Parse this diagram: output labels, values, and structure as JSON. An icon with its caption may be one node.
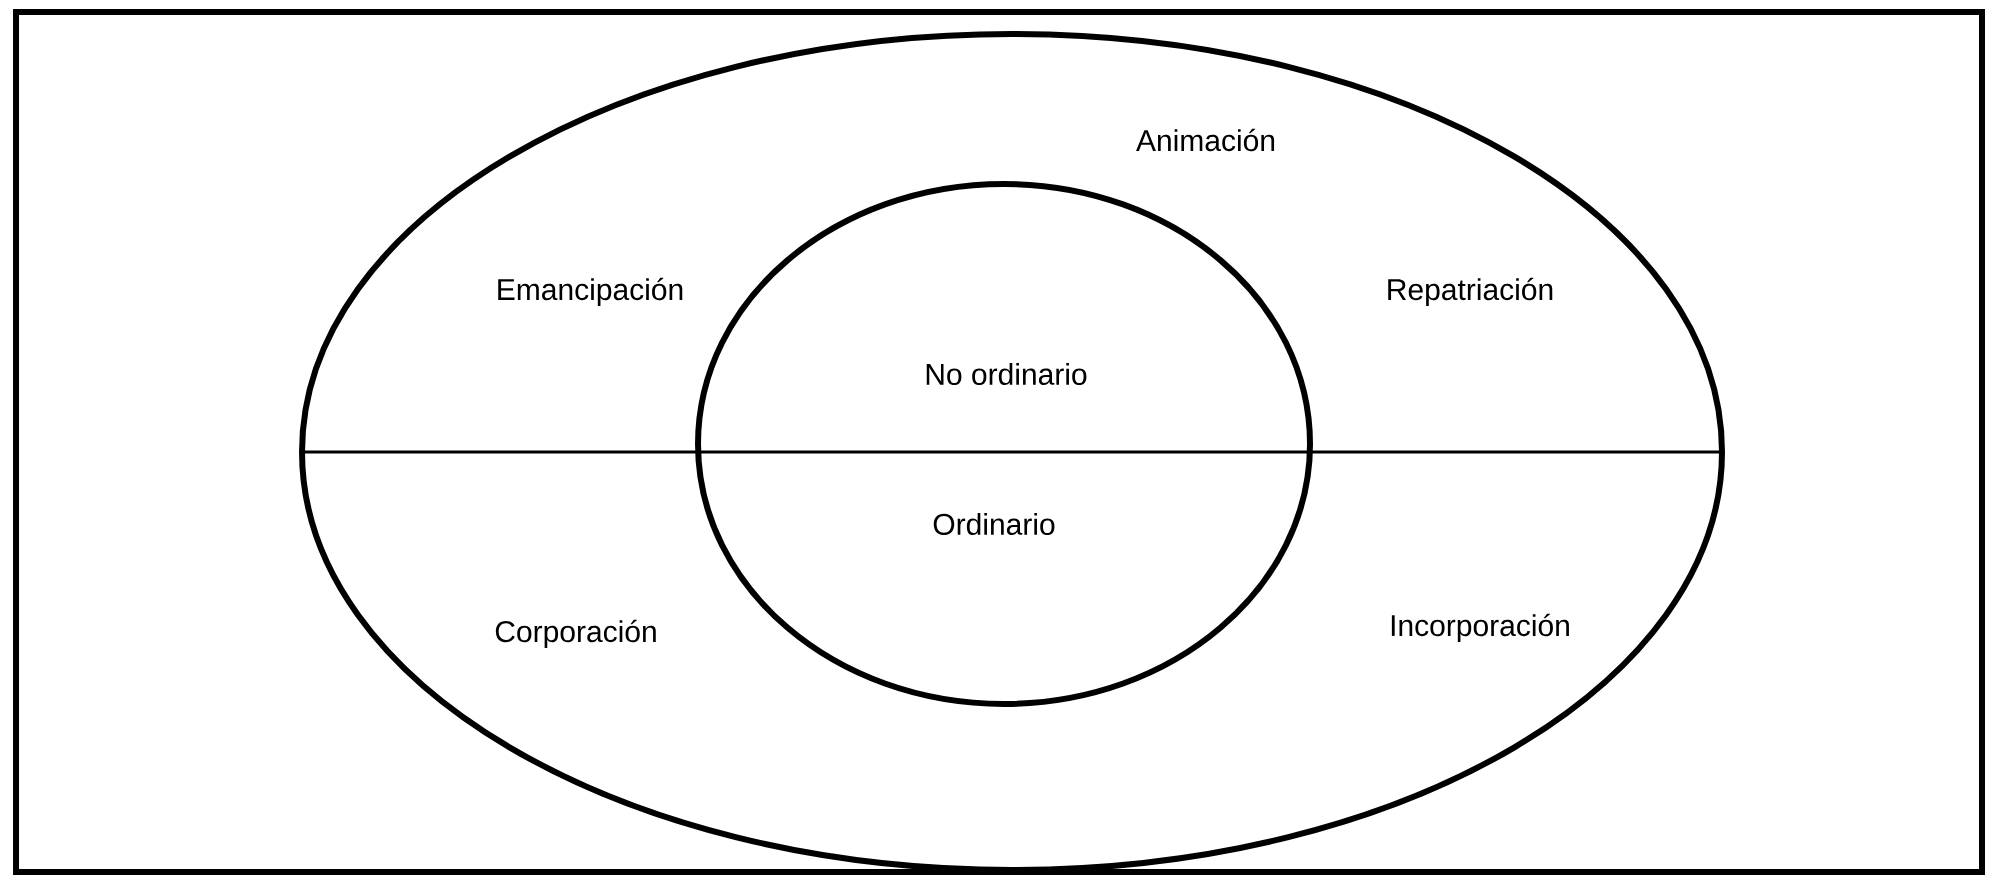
{
  "diagram": {
    "nodes": [
      {
        "text": [
          "Animación",
          "Emancipación",
          "Repatriación",
          "Corporación",
          "Incorporación"
        ]
      },
      {
        "text": [
          "No ordinario",
          "Ordinario"
        ],
        "in": 0
      }
    ]
  }
}
